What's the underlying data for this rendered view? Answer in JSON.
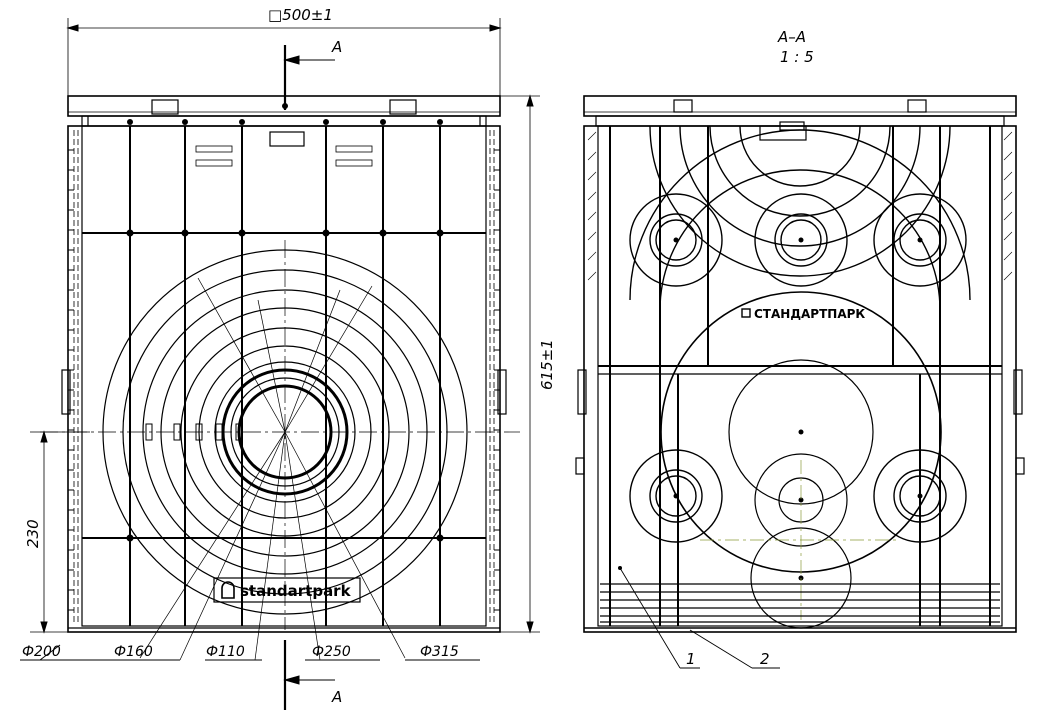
{
  "dimensions": {
    "overall_width": "□500±1",
    "overall_height": "615±1",
    "inlet_height": "230"
  },
  "section": {
    "cut_label_top": "A",
    "cut_label_bottom": "A",
    "title": "A–A",
    "scale": "1 : 5"
  },
  "diameters": [
    {
      "label": "Ф200"
    },
    {
      "label": "Ф160"
    },
    {
      "label": "Ф110"
    },
    {
      "label": "Ф250"
    },
    {
      "label": "Ф315"
    }
  ],
  "callouts": [
    "1",
    "2"
  ],
  "brand_front": "standartpark",
  "brand_section": "СТАНДАРТПАРК"
}
